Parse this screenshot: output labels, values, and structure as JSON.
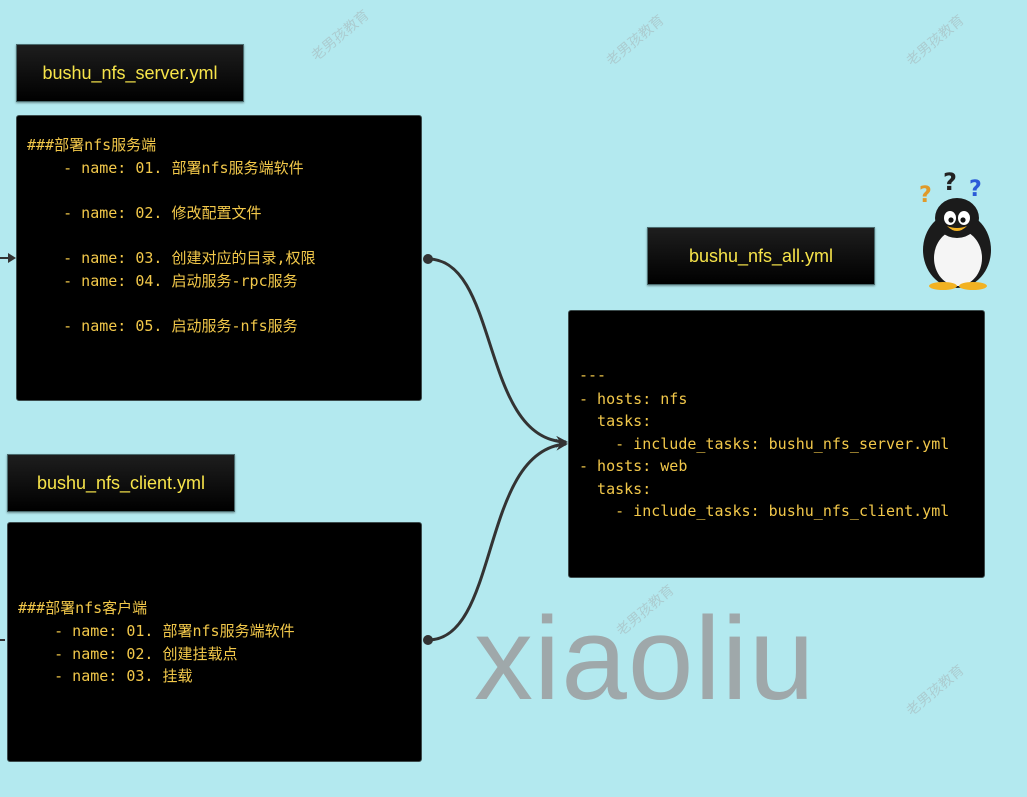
{
  "server": {
    "title": "bushu_nfs_server.yml",
    "lines": [
      "###部署nfs服务端",
      "    - name: 01. 部署nfs服务端软件",
      "",
      "    - name: 02. 修改配置文件",
      "",
      "    - name: 03. 创建对应的目录,权限",
      "    - name: 04. 启动服务-rpc服务",
      "",
      "    - name: 05. 启动服务-nfs服务"
    ]
  },
  "client": {
    "title": "bushu_nfs_client.yml",
    "lines": [
      "###部署nfs客户端",
      "    - name: 01. 部署nfs服务端软件",
      "    - name: 02. 创建挂载点",
      "    - name: 03. 挂载"
    ]
  },
  "all": {
    "title": "bushu_nfs_all.yml",
    "lines": [
      "---",
      "- hosts: nfs",
      "  tasks:",
      "    - include_tasks: bushu_nfs_server.yml",
      "- hosts: web",
      "  tasks:",
      "    - include_tasks: bushu_nfs_client.yml"
    ]
  },
  "watermark": {
    "big_text": "xiaoliu",
    "small_text": "老男孩教育"
  },
  "mascot": {
    "icon": "penguin-icon",
    "marks": [
      "?",
      "?",
      "?"
    ],
    "mark_colors": [
      "#e09a2a",
      "#222222",
      "#2a5bd8"
    ]
  },
  "colors": {
    "background": "#b3e9ef",
    "title_text": "#f7e44a",
    "code_text": "#f2c84a",
    "connector": "#333333"
  }
}
